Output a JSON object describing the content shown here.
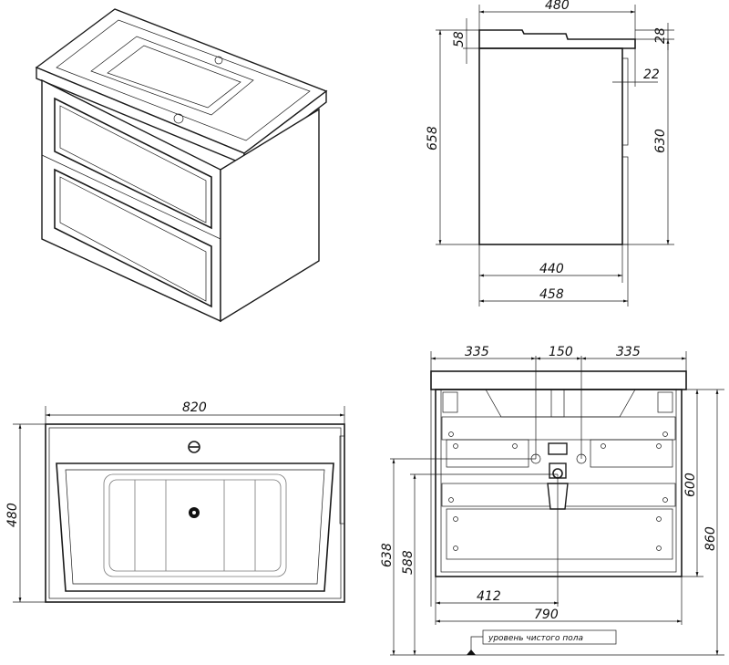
{
  "side_view": {
    "width_top": "480",
    "top_thickness": "58",
    "edge_thickness": "28",
    "drawer_offset": "22",
    "total_height": "658",
    "cabinet_height": "630",
    "cabinet_depth": "440",
    "depth_with_front": "458"
  },
  "top_view": {
    "width": "820",
    "depth": "480"
  },
  "front_view": {
    "left_offset": "335",
    "center_gap": "150",
    "right_offset": "335",
    "cabinet_body_height": "600",
    "mount_height": "860",
    "drain_height_1": "638",
    "drain_height_2": "588",
    "drain_offset": "412",
    "cabinet_width": "790",
    "floor_label": "уровень чистого пола"
  }
}
